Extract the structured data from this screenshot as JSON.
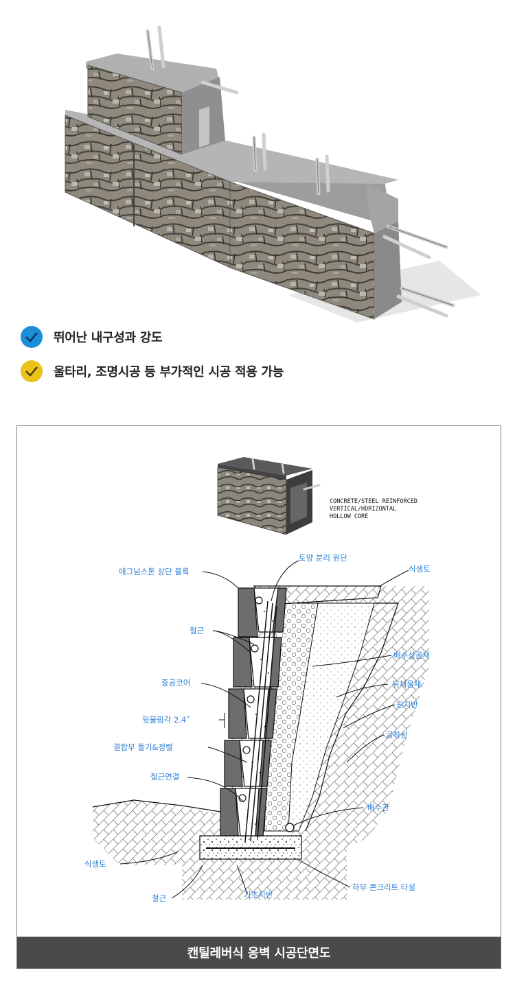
{
  "features": [
    {
      "text": "뛰어난 내구성과 강도",
      "color": "#1a8fd8"
    },
    {
      "text": "울타리, 조명시공 등 부가적인 시공 적용 가능",
      "color": "#e9c21a"
    }
  ],
  "spec_note": [
    "CONCRETE/STEEL REINFORCED",
    "VERTICAL/HORIZONTAL",
    "HOLLOW CORE"
  ],
  "callouts": {
    "cap_block": "매그넘스톤 상단 블록",
    "separation": "토양 분리 원단",
    "topsoil_right": "식생토",
    "rebar_upper": "철근",
    "drainage_aggregate": "배수성골재",
    "backfill": "뒤채움재",
    "hollow_core": "중공코어",
    "original_ground": "원지반",
    "setback": "뒷물림각 2.4˚",
    "excavation_line": "굴착선",
    "joint": "결합부 돌기&정렬",
    "rebar_connection": "철근연결",
    "drain_pipe": "배수관",
    "topsoil_left": "식생토",
    "rebar_lower": "철근",
    "foundation_soil": "기초지반",
    "base_concrete": "하부 콘크리트 타설"
  },
  "caption": "캔틸레버식 옹벽 시공단면도"
}
